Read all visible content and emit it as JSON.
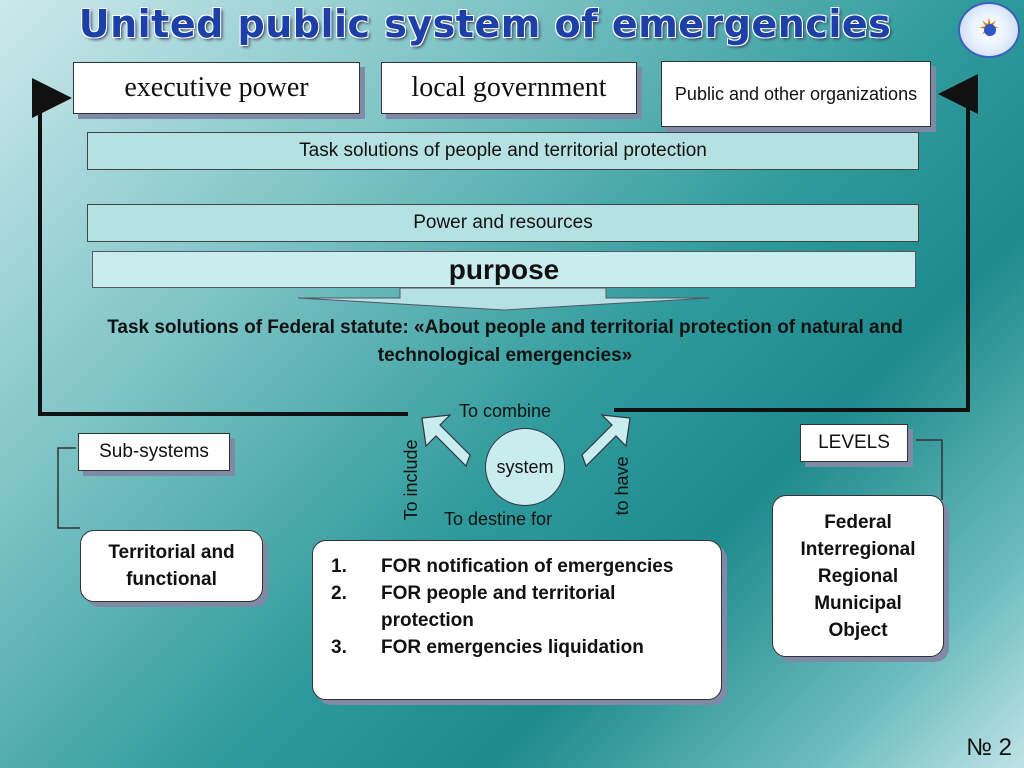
{
  "title": "United public system of emergencies",
  "emblem": {
    "icon": "emergency-ministry-emblem-icon",
    "colors": {
      "ring": "#3a5fbf",
      "star": "#e47a1e",
      "core": "#2d56c8"
    }
  },
  "top_boxes": {
    "executive": "executive power",
    "local": "local government",
    "public": "Public and other organizations"
  },
  "bands": {
    "task_solutions": "Task solutions of people and territorial protection",
    "power_resources": "Power and  resources",
    "purpose": "purpose"
  },
  "statute": "Task solutions of Federal statute: «About people and territorial protection of natural and technological emergencies»",
  "system": {
    "center": "system",
    "combine": "To combine",
    "include": "To include",
    "have": "to have",
    "destine": "To destine for"
  },
  "subsystems": {
    "label": "Sub-systems",
    "value": "Territorial and functional"
  },
  "levels": {
    "label": "LEVELS",
    "items": [
      "Federal",
      "Interregional",
      "Regional",
      "Municipal",
      "Object"
    ]
  },
  "purposes": [
    {
      "num": "1.",
      "text": "FOR notification of emergencies"
    },
    {
      "num": "2.",
      "text": "FOR people and territorial protection"
    },
    {
      "num": "3.",
      "text": "FOR emergencies liquidation"
    }
  ],
  "page_number": "№ 2",
  "colors": {
    "title": "#1d3fa8",
    "band": "#b6e1e3",
    "shadow": "#7f8aa6",
    "line": "#111111"
  }
}
